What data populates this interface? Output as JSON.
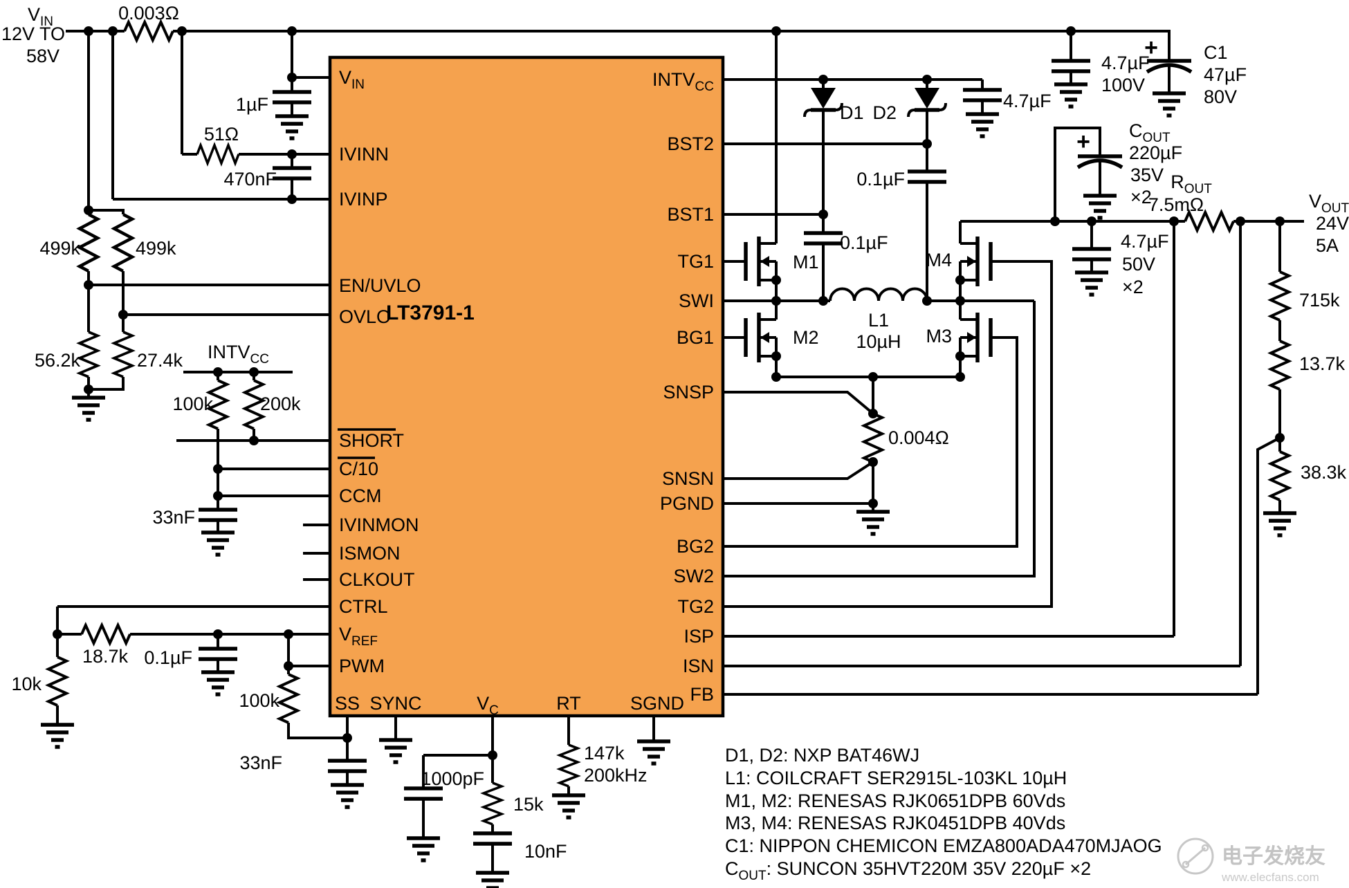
{
  "ic": {
    "name": "LT3791-1",
    "fill": "#F5A24E"
  },
  "colors": {
    "wire": "#000000",
    "ic_fill": "#F5A24E",
    "watermark": "#c3c3c3"
  },
  "input": {
    "v": "V",
    "v_sub": "IN",
    "range1": "12V TO",
    "range2": "58V"
  },
  "output": {
    "v": "V",
    "v_sub": "OUT",
    "line1": "24V",
    "line2": "5A"
  },
  "pins": {
    "vin_main": "V",
    "vin_sub": "IN",
    "ivinn": "IVINN",
    "ivinp": "IVINP",
    "en_uvlo": "EN/UVLO",
    "ovlo": "OVLO",
    "short": "SHORT",
    "c10": "C/10",
    "ccm": "CCM",
    "ivinmon": "IVINMON",
    "ismon": "ISMON",
    "clkout": "CLKOUT",
    "ctrl": "CTRL",
    "vref_main": "V",
    "vref_sub": "REF",
    "pwm": "PWM",
    "ss": "SS",
    "sync": "SYNC",
    "vc_main": "V",
    "vc_sub": "C",
    "rt": "RT",
    "sgnd": "SGND",
    "intvcc_main": "INTV",
    "intvcc_sub": "CC",
    "bst2": "BST2",
    "bst1": "BST1",
    "tg1": "TG1",
    "swi": "SWI",
    "bg1": "BG1",
    "snsp": "SNSP",
    "snsn": "SNSN",
    "pgnd": "PGND",
    "bg2": "BG2",
    "sw2": "SW2",
    "tg2": "TG2",
    "isp": "ISP",
    "isn": "ISN",
    "fb": "FB"
  },
  "components": {
    "shunt": "0.003Ω",
    "r51": "51Ω",
    "c1uf": "1µF",
    "c470nf": "470nF",
    "r499k_a": "499k",
    "r499k_b": "499k",
    "r56k2": "56.2k",
    "r27k4": "27.4k",
    "intvcc_main": "INTV",
    "intvcc_sub": "CC",
    "r100k_a": "100k",
    "r200k": "200k",
    "c33nf_a": "33nF",
    "r10k": "10k",
    "r18k7": "18.7k",
    "c01uf_vref": "0.1µF",
    "r100k_b": "100k",
    "c33nf_b": "33nF",
    "c1000pf": "1000pF",
    "r15k": "15k",
    "c10nf": "10nF",
    "r147k": "147k",
    "f200khz": "200kHz",
    "d1": "D1",
    "d2": "D2",
    "c47uf_intvcc": "4.7µF",
    "c01uf_bst2": "0.1µF",
    "c01uf_bst1": "0.1µF",
    "m1": "M1",
    "m2": "M2",
    "m3": "M3",
    "m4": "M4",
    "l1_name": "L1",
    "l1_val": "10µH",
    "rsense": "0.004Ω",
    "c47uf_100v_val": "4.7µF",
    "c47uf_100v_rating": "100V",
    "plus": "+",
    "c1_name": "C1",
    "c1_val": "47µF",
    "c1_rating": "80V",
    "cout_main": "C",
    "cout_sub": "OUT",
    "cout_val": "220µF",
    "cout_rating": "35V",
    "cout_qty": "×2",
    "c47uf_50v_val": "4.7µF",
    "c47uf_50v_rating": "50V",
    "c47uf_50v_qty": "×2",
    "rout_main": "R",
    "rout_sub": "OUT",
    "rout_val": "7.5mΩ",
    "r715k": "715k",
    "r13k7": "13.7k",
    "r38k3": "38.3k"
  },
  "notes": [
    "D1, D2: NXP BAT46WJ",
    "L1: COILCRAFT SER2915L-103KL 10µH",
    "M1, M2: RENESAS RJK0651DPB 60Vds",
    "M3, M4: RENESAS RJK0451DPB 40Vds",
    "C1: NIPPON CHEMICON EMZA800ADA470MJAOG"
  ],
  "note_cout": {
    "main": "C",
    "sub": "OUT",
    "rest": ": SUNCON 35HVT220M 35V 220µF ×2"
  },
  "watermark": {
    "cn": "电子发烧友",
    "url": "www.elecfans.com"
  }
}
